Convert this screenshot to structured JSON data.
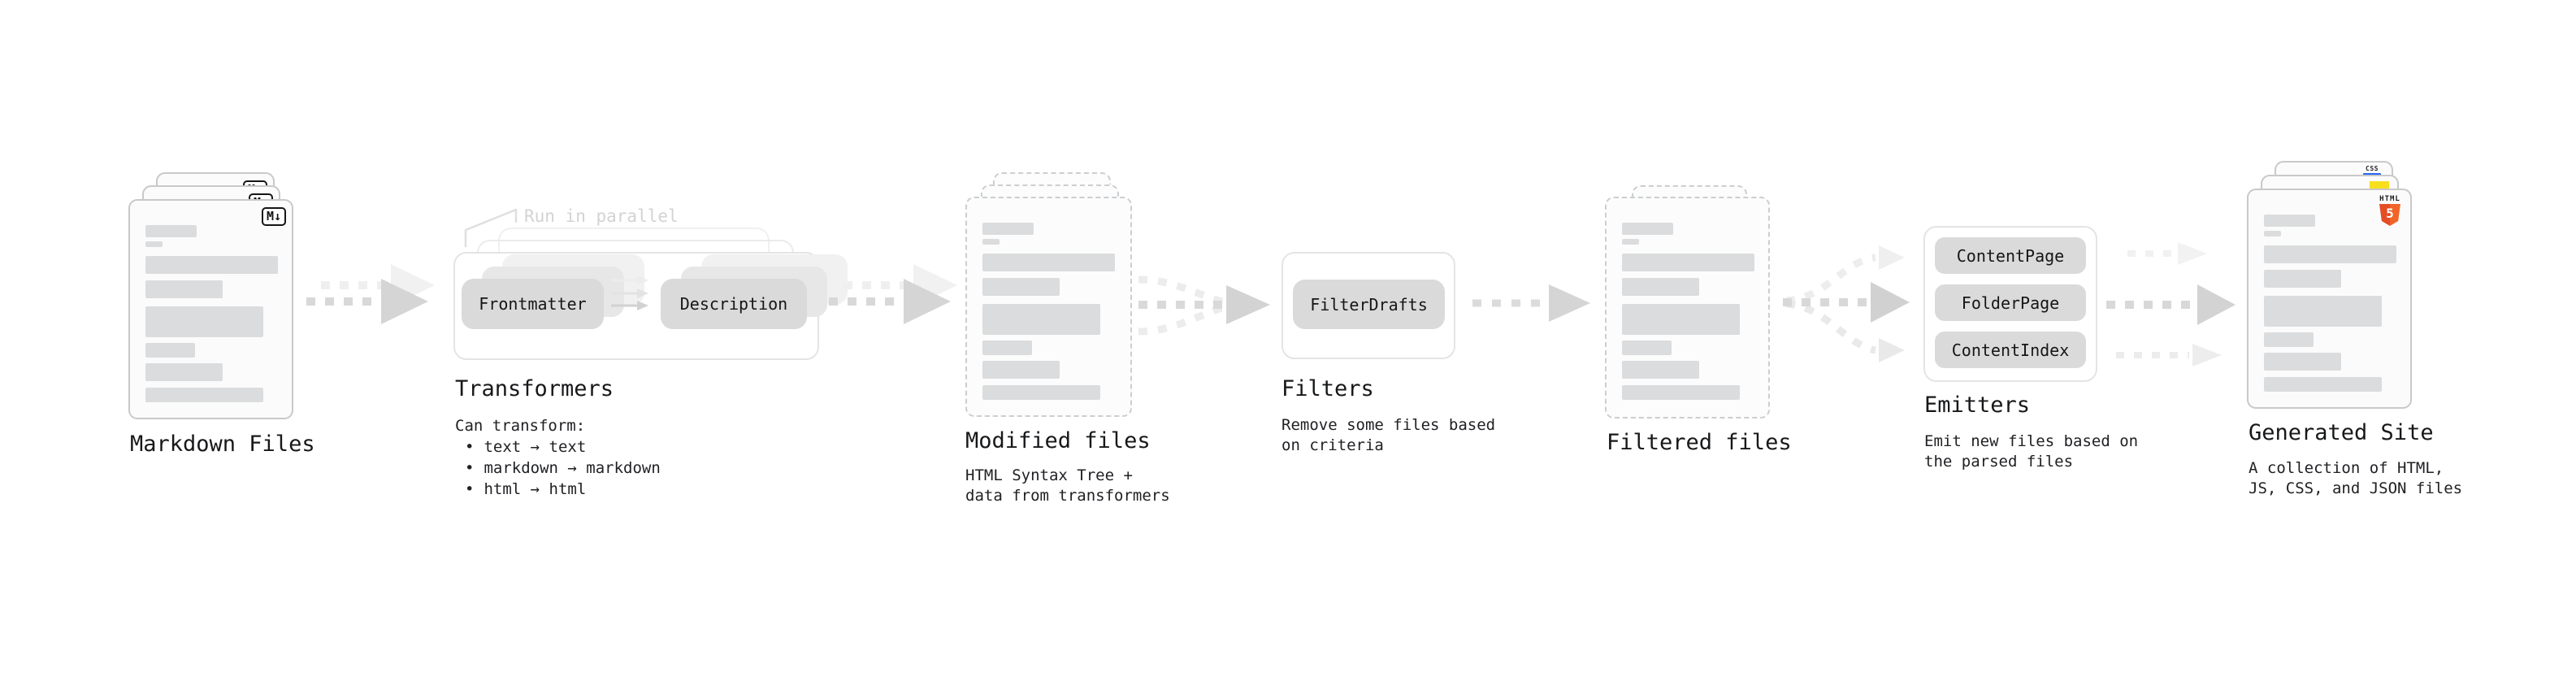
{
  "colors": {
    "ink": "#1a1a1a",
    "bar": "#dbdcdd",
    "doc_border": "#c9c9c9",
    "doc_fill": "#fbfbfb",
    "pill_fill": "#dadada",
    "box_border": "#e4e4e4",
    "annotation": "#d3d3d3",
    "html_orange": "#e44d26",
    "html_orange_light": "#f16529",
    "js_yellow": "#f7df1e",
    "css_blue": "#2965f1",
    "md_black": "#151515"
  },
  "doc_bars": [
    {
      "t": 30,
      "w": 63,
      "h": 15
    },
    {
      "t": 50,
      "w": 21,
      "h": 7
    },
    {
      "t": 68,
      "w": 163,
      "h": 22
    },
    {
      "t": 98,
      "w": 95,
      "h": 22
    },
    {
      "t": 130,
      "w": 145,
      "h": 38
    },
    {
      "t": 175,
      "w": 61,
      "h": 18
    },
    {
      "t": 200,
      "w": 95,
      "h": 22
    },
    {
      "t": 230,
      "w": 145,
      "h": 18
    }
  ],
  "markdown": {
    "title": "Markdown Files",
    "badge": "M↓"
  },
  "transformers": {
    "title": "Transformers",
    "annotation": "Run in parallel",
    "pill_left": "Frontmatter",
    "pill_right": "Description",
    "desc_heading": "Can transform:",
    "bullets": [
      "text → text",
      "markdown → markdown",
      "html → html"
    ]
  },
  "modified": {
    "title": "Modified files",
    "subtitle": "HTML Syntax Tree +\ndata from transformers"
  },
  "filters": {
    "title": "Filters",
    "pill": "FilterDrafts",
    "subtitle": "Remove some files based\non criteria"
  },
  "filtered": {
    "title": "Filtered files"
  },
  "emitters": {
    "title": "Emitters",
    "pills": [
      "ContentPage",
      "FolderPage",
      "ContentIndex"
    ],
    "subtitle": "Emit new files based on\nthe parsed files"
  },
  "site": {
    "title": "Generated Site",
    "subtitle": "A collection of HTML,\nJS, CSS, and JSON files",
    "badge_css": "CSS",
    "badge_html": "HTML",
    "badge_html_number": "5"
  }
}
